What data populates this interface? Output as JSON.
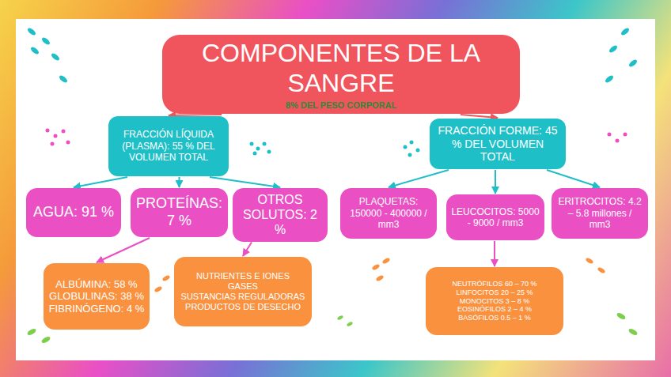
{
  "diagram": {
    "nodes": [
      {
        "text": [
          "COMPONENTES DE LA SANGRE",
          "8% DEL PESO CORPORAL"
        ]
      },
      {
        "text": [
          "FRACCIÓN LÍQUIDA (PLASMA): 55 % DEL VOLUMEN TOTAL"
        ]
      },
      {
        "text": [
          "FRACCIÓN FORME: 45 % DEL VOLUMEN TOTAL"
        ]
      },
      {
        "text": [
          "AGUA: 91 %"
        ]
      },
      {
        "text": [
          "PROTEÍNAS: 7 %"
        ]
      },
      {
        "text": [
          "OTROS SOLUTOS: 2 %"
        ]
      },
      {
        "text": [
          "PLAQUETAS: 150000 - 400000 / mm3"
        ]
      },
      {
        "text": [
          "LEUCOCITOS: 5000 - 9000 / mm3"
        ]
      },
      {
        "text": [
          "ERITROCITOS: 4.2 – 5.8 millones / mm3"
        ]
      },
      {
        "text": [
          "ALBÚMINA: 58 %",
          "GLOBULINAS: 38 %",
          "FIBRINÓGENO: 4 %"
        ]
      },
      {
        "text": [
          "NUTRIENTES E IONES",
          "GASES",
          "SUSTANCIAS REGULADORAS",
          "PRODUCTOS DE DESECHO"
        ]
      },
      {
        "text": [
          "NEUTRÓFILOS 60 – 70 %",
          "LINFOCITOS 20 – 25 %",
          "MONOCITOS 3 – 8 %",
          "EOSINÓFILOS 2 – 4 %",
          "BASÓFILOS 0.5 – 1 %"
        ]
      }
    ],
    "edges": [
      {
        "from": 0,
        "to": 1,
        "arrow": "to"
      },
      {
        "from": 0,
        "to": 2,
        "arrow": "to"
      },
      {
        "from": 1,
        "to": 3,
        "arrow": "to"
      },
      {
        "from": 1,
        "to": 4,
        "arrow": "to"
      },
      {
        "from": 1,
        "to": 5,
        "arrow": "to"
      },
      {
        "from": 2,
        "to": 6,
        "arrow": "to"
      },
      {
        "from": 2,
        "to": 7,
        "arrow": "to"
      },
      {
        "from": 2,
        "to": 8,
        "arrow": "to"
      },
      {
        "from": 4,
        "to": 9,
        "arrow": "to"
      },
      {
        "from": 5,
        "to": 10,
        "arrow": "to"
      },
      {
        "from": 7,
        "to": 11,
        "arrow": "to"
      }
    ]
  }
}
